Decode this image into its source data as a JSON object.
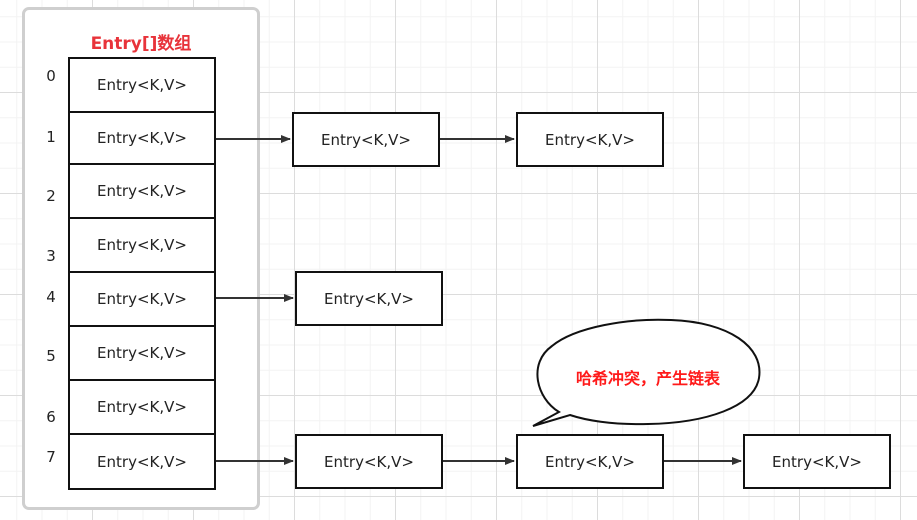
{
  "array": {
    "title": "Entry[]数组",
    "cells": [
      {
        "index": "0",
        "label": "Entry<K,V>"
      },
      {
        "index": "1",
        "label": "Entry<K,V>"
      },
      {
        "index": "2",
        "label": "Entry<K,V>"
      },
      {
        "index": "3",
        "label": "Entry<K,V>"
      },
      {
        "index": "4",
        "label": "Entry<K,V>"
      },
      {
        "index": "5",
        "label": "Entry<K,V>"
      },
      {
        "index": "6",
        "label": "Entry<K,V>"
      },
      {
        "index": "7",
        "label": "Entry<K,V>"
      }
    ]
  },
  "chains": {
    "bucket_1": [
      "Entry<K,V>",
      "Entry<K,V>"
    ],
    "bucket_4": [
      "Entry<K,V>"
    ],
    "bucket_7": [
      "Entry<K,V>",
      "Entry<K,V>",
      "Entry<K,V>"
    ]
  },
  "callout": {
    "text": "哈希冲突，产生链表"
  },
  "colors": {
    "title": "#e8333a",
    "callout_text": "#ff1a1a",
    "box_border": "#111111",
    "frame_border": "#cfcfcf",
    "arrow": "#333333"
  }
}
